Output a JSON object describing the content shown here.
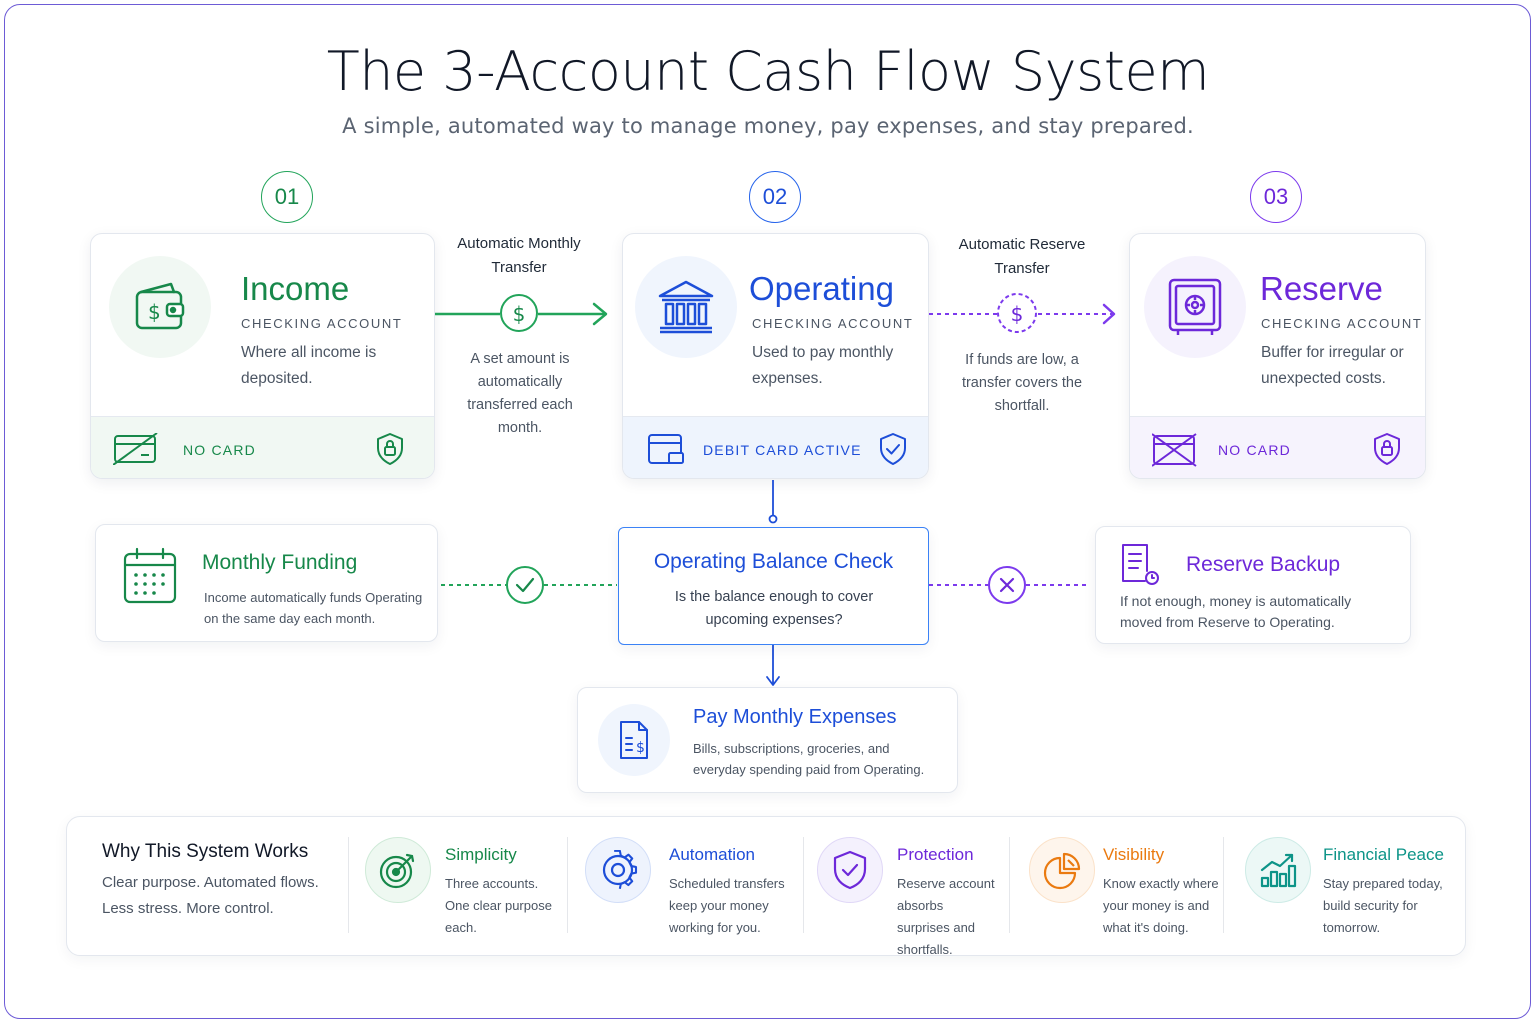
{
  "header": {
    "title": "The 3-Account Cash Flow System",
    "subtitle": "A simple, automated way to manage money, pay expenses, and stay prepared."
  },
  "colors": {
    "green": "#17884a",
    "blue": "#1d4ed8",
    "purple": "#6d28d9"
  },
  "accounts": [
    {
      "step": "01",
      "name": "Income",
      "kind": "CHECKING ACCOUNT",
      "desc": "Where all income is deposited.",
      "card": "NO CARD",
      "icon": "wallet-dollar-icon"
    },
    {
      "step": "02",
      "name": "Operating",
      "kind": "CHECKING ACCOUNT",
      "desc": "Used to pay monthly expenses.",
      "card": "DEBIT CARD ACTIVE",
      "icon": "bank-building-icon"
    },
    {
      "step": "03",
      "name": "Reserve",
      "kind": "CHECKING ACCOUNT",
      "desc": "Buffer for irregular or unexpected costs.",
      "card": "NO CARD",
      "icon": "safe-vault-icon"
    }
  ],
  "transfers": {
    "monthly": {
      "label": "Automatic Monthly Transfer",
      "note": "A set amount is automatically transferred each month."
    },
    "reserve": {
      "label": "Automatic Reserve Transfer",
      "note": "If funds are low, a transfer covers the shortfall."
    }
  },
  "process": {
    "funding": {
      "title": "Monthly Funding",
      "desc": "Income automatically funds Operating on the same day each month."
    },
    "check": {
      "title": "Operating Balance Check",
      "desc": "Is the balance enough to cover upcoming expenses?"
    },
    "backup": {
      "title": "Reserve Backup",
      "desc": "If not enough, money is automatically moved from Reserve to Operating."
    },
    "pay": {
      "title": "Pay Monthly Expenses",
      "desc": "Bills, subscriptions, groceries, and everyday spending paid from Operating."
    }
  },
  "why": {
    "title": "Why This System Works",
    "desc": "Clear purpose. Automated flows. Less stress. More control.",
    "features": [
      {
        "title": "Simplicity",
        "desc": "Three accounts. One clear purpose each.",
        "icon": "target-icon",
        "color": "#17884a"
      },
      {
        "title": "Automation",
        "desc": "Scheduled transfers keep your money working for you.",
        "icon": "gear-icon",
        "color": "#1d4ed8"
      },
      {
        "title": "Protection",
        "desc": "Reserve account absorbs surprises and shortfalls.",
        "icon": "shield-check-icon",
        "color": "#6d28d9"
      },
      {
        "title": "Visibility",
        "desc": "Know exactly where your money is and what it's doing.",
        "icon": "pie-chart-icon",
        "color": "#ea7a10"
      },
      {
        "title": "Financial Peace",
        "desc": "Stay prepared today, build security for tomorrow.",
        "icon": "growth-chart-icon",
        "color": "#0d9488"
      }
    ]
  }
}
